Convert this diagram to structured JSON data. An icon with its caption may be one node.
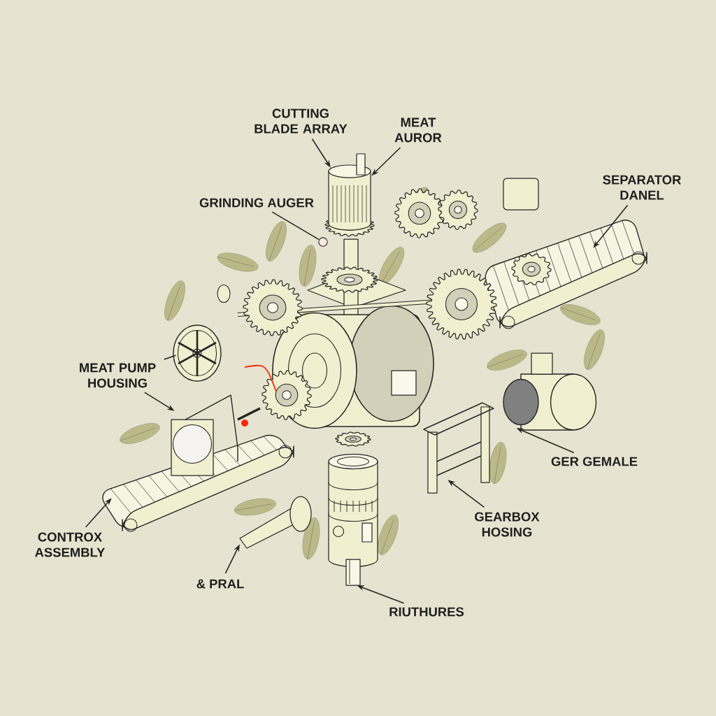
{
  "diagram": {
    "nodes": [
      {
        "text": [
          "CUTTING BLADE ARRAY"
        ]
      },
      {
        "text": [
          "MEAT AUROR"
        ]
      },
      {
        "text": [
          "GRINDING AUGER"
        ]
      },
      {
        "text": [
          "SEPARATOR DANEL"
        ]
      },
      {
        "text": [
          "MEAT PUMP HOUSING"
        ]
      },
      {
        "text": [
          "CONTROX ASSEMBLY"
        ]
      },
      {
        "text": [
          "& PRAL"
        ]
      },
      {
        "text": [
          "RIUTHURES"
        ]
      },
      {
        "text": [
          "GEARBOX HOSING"
        ]
      },
      {
        "text": [
          "GER GEMALE"
        ]
      },
      {
        "text": [],
        "shape": "picture"
      },
      {
        "text": [],
        "shape": "circle"
      },
      {
        "text": [],
        "shape": "picture"
      },
      {
        "text": [],
        "shape": "picture"
      },
      {
        "text": [],
        "shape": "picture"
      },
      {
        "text": [],
        "shape": "picture"
      },
      {
        "text": [],
        "shape": "picture"
      },
      {
        "text": [],
        "shape": "picture"
      },
      {
        "text": [],
        "shape": "picture"
      },
      {
        "text": [],
        "shape": "picture"
      }
    ],
    "edges": [
      {
        "from": 0,
        "to": 10,
        "arrow": "to"
      },
      {
        "from": 1,
        "to": 10,
        "arrow": "to"
      },
      {
        "from": 2,
        "to": 11,
        "arrow": "none"
      },
      {
        "from": 3,
        "to": 12,
        "arrow": "to"
      },
      {
        "from": 4,
        "to": 13,
        "arrow": "none"
      },
      {
        "from": 4,
        "to": 14,
        "arrow": "to"
      },
      {
        "from": 5,
        "to": 15,
        "arrow": "to"
      },
      {
        "from": 6,
        "to": 16,
        "arrow": "to"
      },
      {
        "from": 7,
        "to": 17,
        "arrow": "to"
      },
      {
        "from": 8,
        "to": 18,
        "arrow": "to"
      },
      {
        "from": 9,
        "to": 19,
        "arrow": "to"
      }
    ]
  }
}
